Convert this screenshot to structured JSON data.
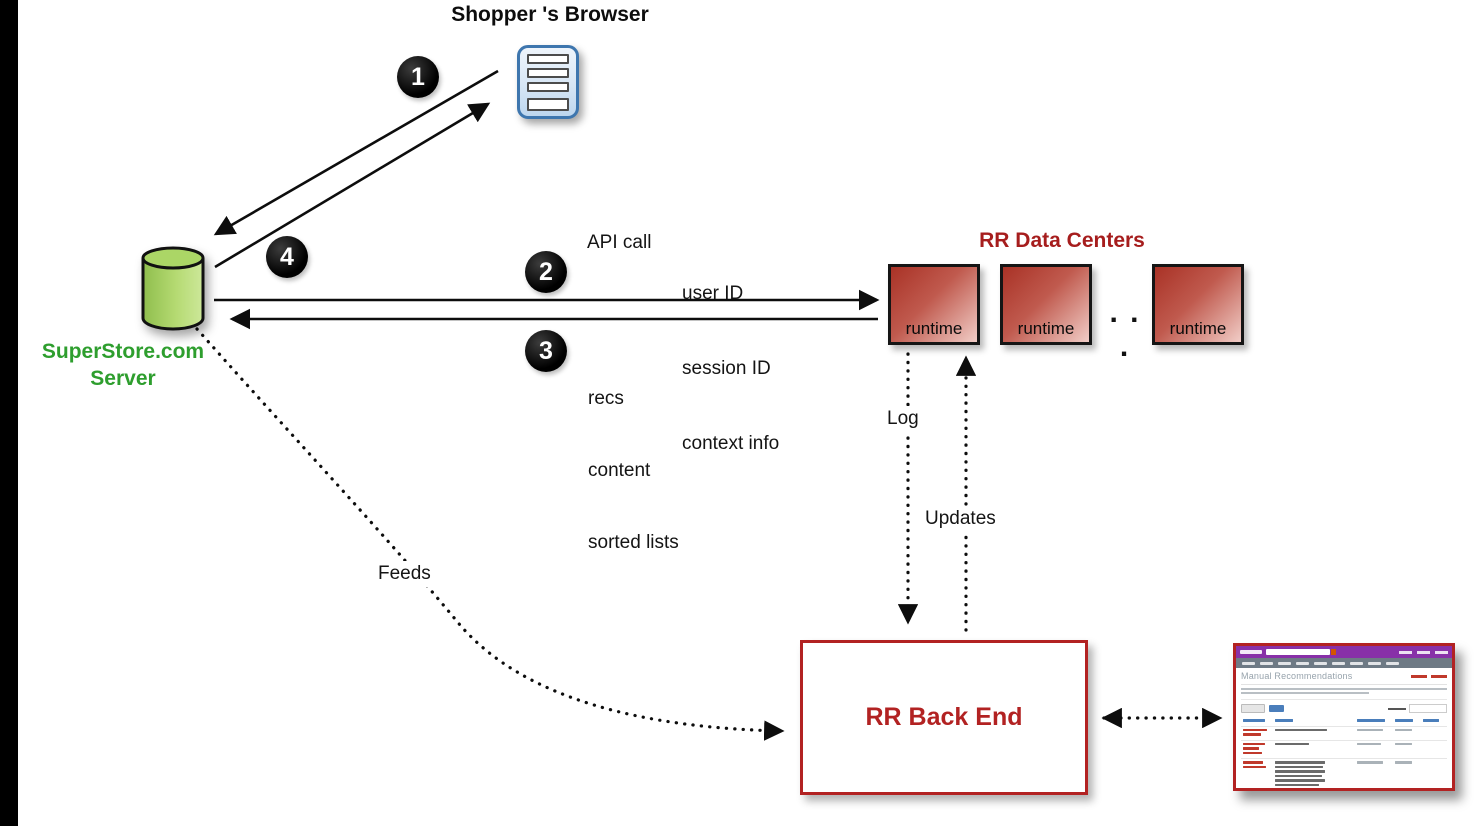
{
  "browser": {
    "title": "Shopper 's Browser"
  },
  "server": {
    "name_line1": "SuperStore.com",
    "name_line2": "Server"
  },
  "badges": [
    "1",
    "2",
    "3",
    "4"
  ],
  "request": {
    "label": "API call",
    "params": [
      "user ID",
      "session ID",
      "context info"
    ]
  },
  "response": {
    "items": [
      "recs",
      "content",
      "sorted lists"
    ]
  },
  "data_centers": {
    "title": "RR Data Centers",
    "nodes": [
      "runtime",
      "runtime",
      "runtime"
    ],
    "ellipsis": ". . ."
  },
  "flows": {
    "log": "Log",
    "updates": "Updates",
    "feeds": "Feeds"
  },
  "backend": {
    "label": "RR Back End"
  },
  "admin_thumbnail": {
    "title": "Manual Recommendations"
  },
  "colors": {
    "server_green": "#2e9e2e",
    "heading_red": "#a61d1d",
    "node_red_dark": "#a93226",
    "node_red_light": "#f1cdc7",
    "backend_border_red": "#b22222",
    "thumbnail_purple": "#8830a8",
    "browser_blue": "#3e76ae"
  }
}
